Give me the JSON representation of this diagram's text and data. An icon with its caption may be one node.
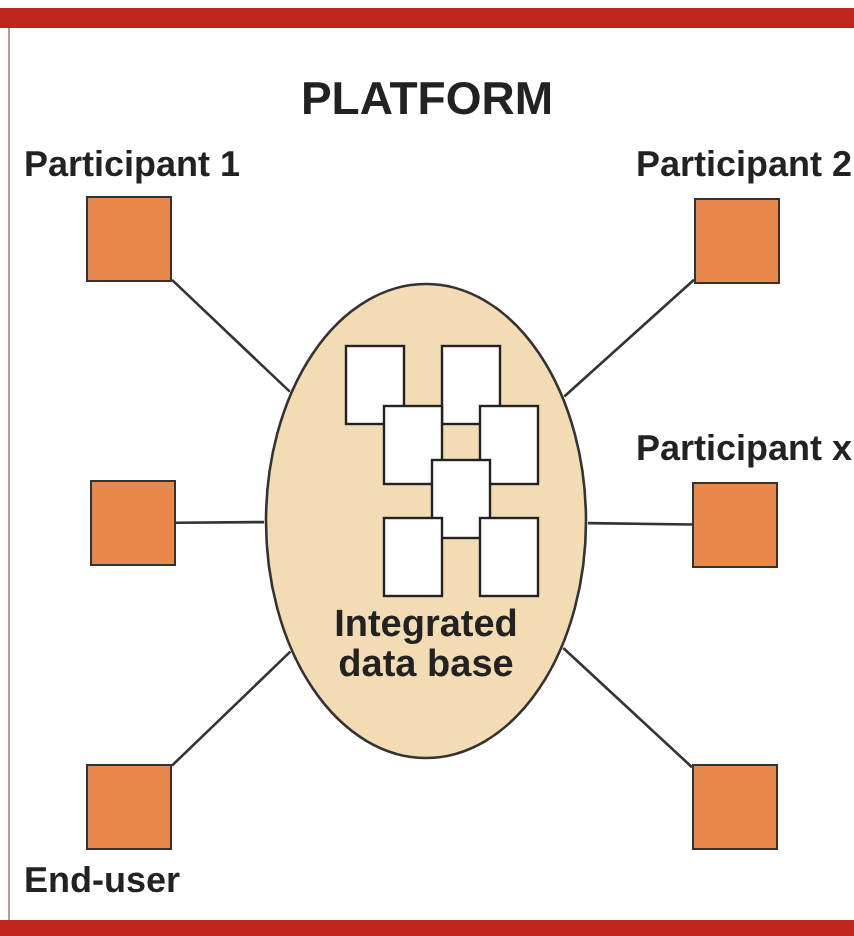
{
  "diagram": {
    "title": "PLATFORM",
    "nodes": [
      {
        "text": [
          "Participant 1"
        ]
      },
      {
        "text": [
          "Participant 2"
        ]
      },
      {
        "text": [
          "Integrated data base"
        ]
      },
      {
        "text": [],
        "shape": "box"
      },
      {
        "text": [
          "Participant x"
        ]
      },
      {
        "text": [
          "End-user"
        ]
      },
      {
        "text": [],
        "shape": "box"
      }
    ],
    "edges": [
      {
        "from": 0,
        "to": 2,
        "arrow": "none"
      },
      {
        "from": 1,
        "to": 2,
        "arrow": "none"
      },
      {
        "from": 3,
        "to": 2,
        "arrow": "none"
      },
      {
        "from": 4,
        "to": 2,
        "arrow": "none"
      },
      {
        "from": 5,
        "to": 2,
        "arrow": "none"
      },
      {
        "from": 6,
        "to": 2,
        "arrow": "none"
      }
    ]
  }
}
